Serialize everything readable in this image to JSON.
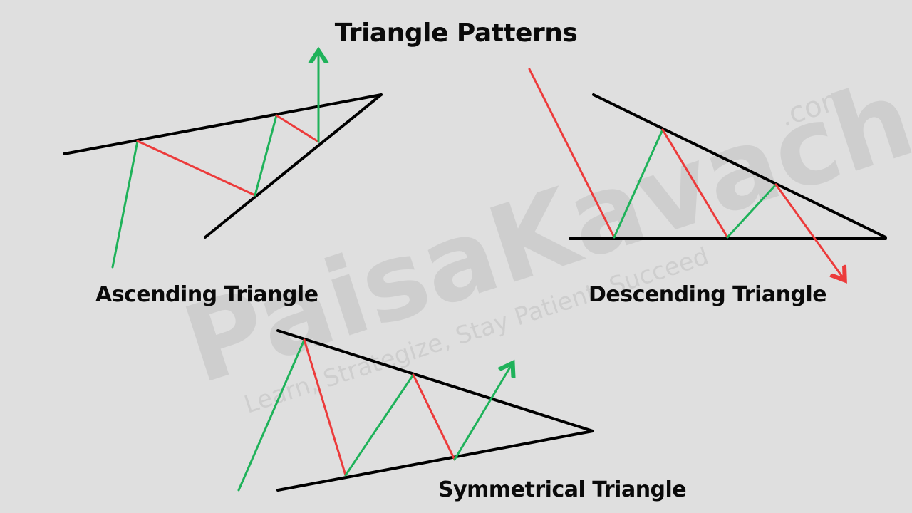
{
  "title": "Triangle Patterns",
  "patterns": [
    {
      "label": "Ascending Triangle"
    },
    {
      "label": "Descending Triangle"
    },
    {
      "label": "Symmetrical Triangle"
    }
  ],
  "colors": {
    "up": "#1fb25a",
    "down": "#ec3b3b",
    "trendline": "#000000",
    "background": "#dfdfdf"
  },
  "watermark": {
    "brand": "PaisaKavach",
    "domain": ".com",
    "tagline": "Learn, Strategize, Stay Patient, Succeed"
  }
}
